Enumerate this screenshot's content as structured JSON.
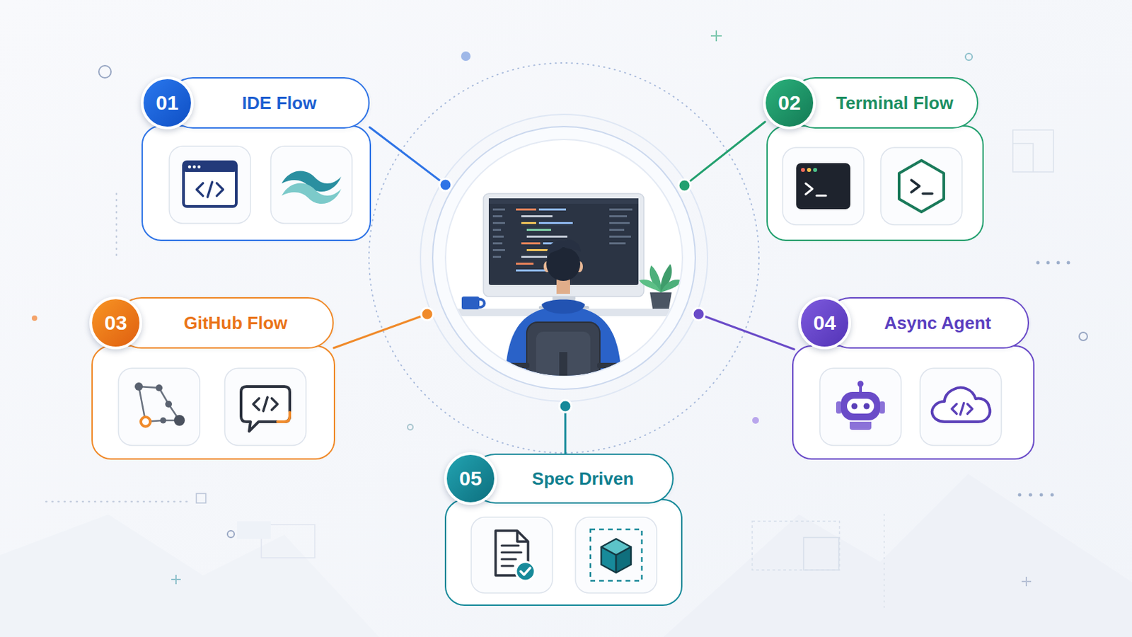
{
  "diagram": {
    "nodes": [
      {
        "text": [
          "IDE Flow"
        ]
      },
      {
        "text": [
          "01"
        ],
        "in": 0
      },
      {
        "text": [
          "Terminal Flow"
        ]
      },
      {
        "text": [
          "02"
        ],
        "in": 2
      },
      {
        "text": [
          "GitHub Flow"
        ]
      },
      {
        "text": [
          "03"
        ],
        "in": 4
      },
      {
        "text": [
          "Async Agent"
        ]
      },
      {
        "text": [
          "04"
        ],
        "in": 6
      },
      {
        "text": [
          "Spec Driven"
        ]
      },
      {
        "text": [
          "05"
        ],
        "in": 8
      }
    ]
  }
}
